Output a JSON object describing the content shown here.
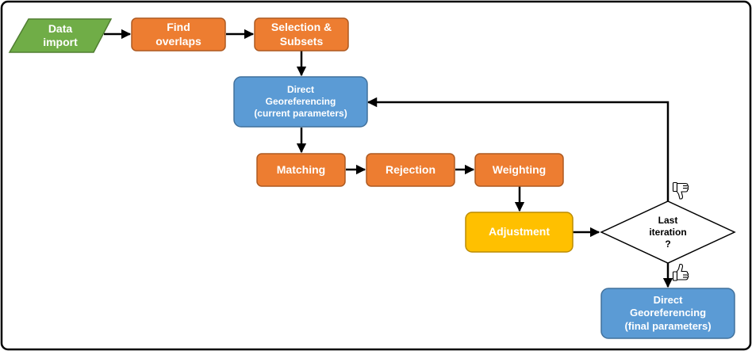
{
  "nodes": {
    "data_import": "Data\nimport",
    "find_overlaps": "Find\noverlaps",
    "selection_subsets": "Selection &\nSubsets",
    "direct_georef_current": "Direct\nGeoreferencing\n(current parameters)",
    "matching": "Matching",
    "rejection": "Rejection",
    "weighting": "Weighting",
    "adjustment": "Adjustment",
    "last_iteration": "Last\niteration\n?",
    "direct_georef_final": "Direct\nGeoreferencing\n(final parameters)"
  },
  "icons": {
    "no_branch": "thumbs-down-icon",
    "yes_branch": "thumbs-up-icon"
  },
  "colors": {
    "green": "#70ad47",
    "orange": "#ed7d31",
    "blue": "#5b9bd5",
    "yellow": "#ffc000",
    "outline_border": "#000000"
  }
}
